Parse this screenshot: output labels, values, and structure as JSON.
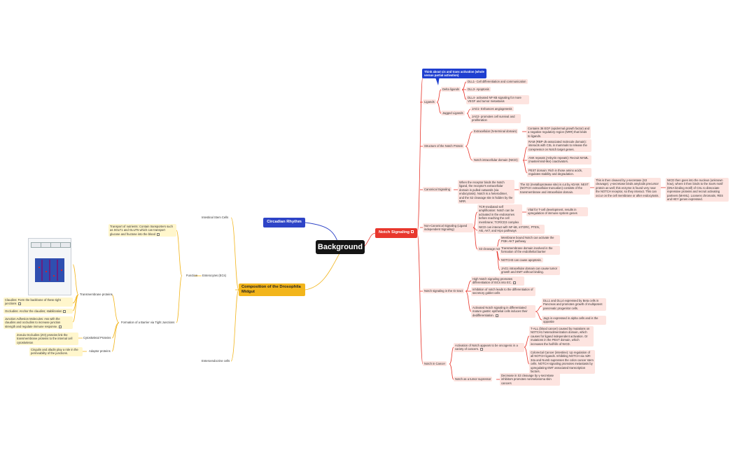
{
  "root": {
    "label": "Background"
  },
  "notch": {
    "label": "Notch Signaling",
    "callout": "Think about cis and trans activation (whole versus partial activation)",
    "ligands": {
      "label": "Ligands",
      "delta": {
        "label": "Delta ligands",
        "items": [
          "DLL1- Cell differentiation and communication",
          "DLL3- Apoptosis",
          "DLL4- activated NF-kB signaling for more VEGF and tumor metastasis"
        ]
      },
      "jagged": {
        "label": "Jagged Ligands",
        "items": [
          "JAG1- Enhances angiogenesis",
          "JAG2- promotes cell survival and proliferation"
        ]
      }
    },
    "structure": {
      "label": "Structure of the Notch Protein",
      "extracellular": {
        "label": "Extracellular (N-terminal domain)",
        "detail": "Contains 36 EGF (epidermal growth factor) and a negative regulatory region (NRR) that binds to ligands."
      },
      "intracellular": {
        "label": "Notch intracellular domain (NICD)",
        "items": [
          "RAM (RBP-Jk-associated molecule domain): interacts with CSL in mammals to release the corepressor on Notch target genes.",
          "ANK repeats (Ankyrin repeats): Recruit MAML (mastermind-like) coactivators.",
          "PEST domain: Rich in those amino acids, regulates stability and degradation."
        ]
      }
    },
    "canonical": {
      "label": "Canonical Signaling",
      "step1": "When the receptor binds the Notch ligand, the receptor's extracellular domain is pulled outwards (via endocytosis). Notch is a heterodimer, and the S2 cleavage site is hidden by the NRR.",
      "step2": "The S2 (metalloprotease site) is cut by ADAM. NEXT (NOTCH extracellular truncation) consists of the transmembrane and intracellular domain.",
      "step3": "This is then cleaved by γ-secretase (S3 cleavage). γ-secretase binds amyloids precursor protein as well; this enzyme is found very near the NOTCH receptor, so they interact. This can occur on the cell membrane or after endocytosis.",
      "step4": "NICD then goes into the nucleus (unknown how), where it then binds to the SxxN motif (DNA binding motif) of CSL to dissociate repressive proteins and recruit activating partners (MAML). Loosens chromatin, RES and HEY genes expressed."
    },
    "noncanonical": {
      "label": "Non-Canonical Signaling (Ligand independent Signaling)",
      "tcr": "TCR-mediated self amplification: Notch can be activated in the endosomes before reaching the cell membrane; TCR/CD3 complex activates ADAM and γ-secretase",
      "tcr_detail": "Vital for T-cell development, results in upregulation of immune system genes",
      "nicd": "NICD can interact with NF-kB, mTORC, PTEN, Akt, AKT, and Hipo pathways",
      "s3": "S3 cleavage not needed",
      "s3_items": [
        "Membrane bound Notch can activate the PI3K-AKT pathway",
        "Transmembrane domain involved in the formation of the endothelial barrier",
        "NOTCH3 can cause apoptosis.",
        "JAG1 intracellular domain can cause tumor growth and EMT without binding."
      ]
    },
    "gi": {
      "label": "Notch signaling in the GI tract",
      "items": [
        "High Notch signaling promotes differentiation of ISCs into EC.",
        "Inhibition of notch leads to the differentiation of secretory goblet cells"
      ],
      "activated": "Activated Notch signaling in differentiated mature gastric epithelial cells induces their dedifferentiation.",
      "activated_items": [
        "DLL1 and DLL4 expressed by Beta cells in Pancreas and promotes growth of multipotent pancreatic progenitor cells.",
        "Jag1 is expressed in alpha cells and is the opposite"
      ]
    },
    "cancer": {
      "label": "Notch in Cancer",
      "oncogene": "Activation of Notch appears to be oncogenic in a variety of cancers.",
      "oncogene_items": [
        "T-ALL (blood cancer) caused by mutations on NOTCH1 heterodimerization domain, which causes for ligand independent activation. Or mutations in the PEST domain, which increases the half-life of NICD.",
        "Colorectal Cancer (intestine): Up regulation of all NOTCH ligands. Inhibiting NOTCH via miR-34a and Numb supresses the colon cancer stem cells. NOTCH signaling promotes metastasis by upregulating EMT associated transcription factors."
      ],
      "suppressor": "Notch as a tumor supressor",
      "suppressor_detail": "Decrease in S3 cleavage by γ-secretase inhibitors promotes nonmelanoma skin cancers"
    }
  },
  "circadian": {
    "label": "Circadian Rhythm"
  },
  "composition": {
    "label": "Composition of the Drosophila Midgut",
    "isc": "Intestinal Stem Cells",
    "ec": "Enterocytes (ECs)",
    "function": "Function",
    "transport": "Transport of nutrients: Contain transporters such as SGLT1 and GLUT5 which can transport glucose and fructose into the blood",
    "barrier": "Formation of a Barrier via Tight Junctions",
    "transmembrane": "Transmembrane proteins",
    "claudins": "Claudins: Form the backbone of these tight junctions",
    "occludins": "Occludins: Anchor the claudins; stabilization",
    "jam": "Junction Adhesion Molecules: Ass with the claudins and occludins to increase junction strength and regulate immune response.",
    "cytoskeletal": "Cytoskeletal Proteins",
    "zo": "Zonula Occludins (ZO) proteins link the transmembrane proteins to the internal cell cytoskeleton",
    "adaptor": "Adaptor proteins",
    "cingulin": "Cingulin and afadin play a role in the permeability of the junctions.",
    "ee": "Enteroendocrine cells"
  },
  "colors": {
    "notch": "#e8372d",
    "circadian": "#2e44c7",
    "composition": "#f2b51c",
    "root": "#141414"
  }
}
